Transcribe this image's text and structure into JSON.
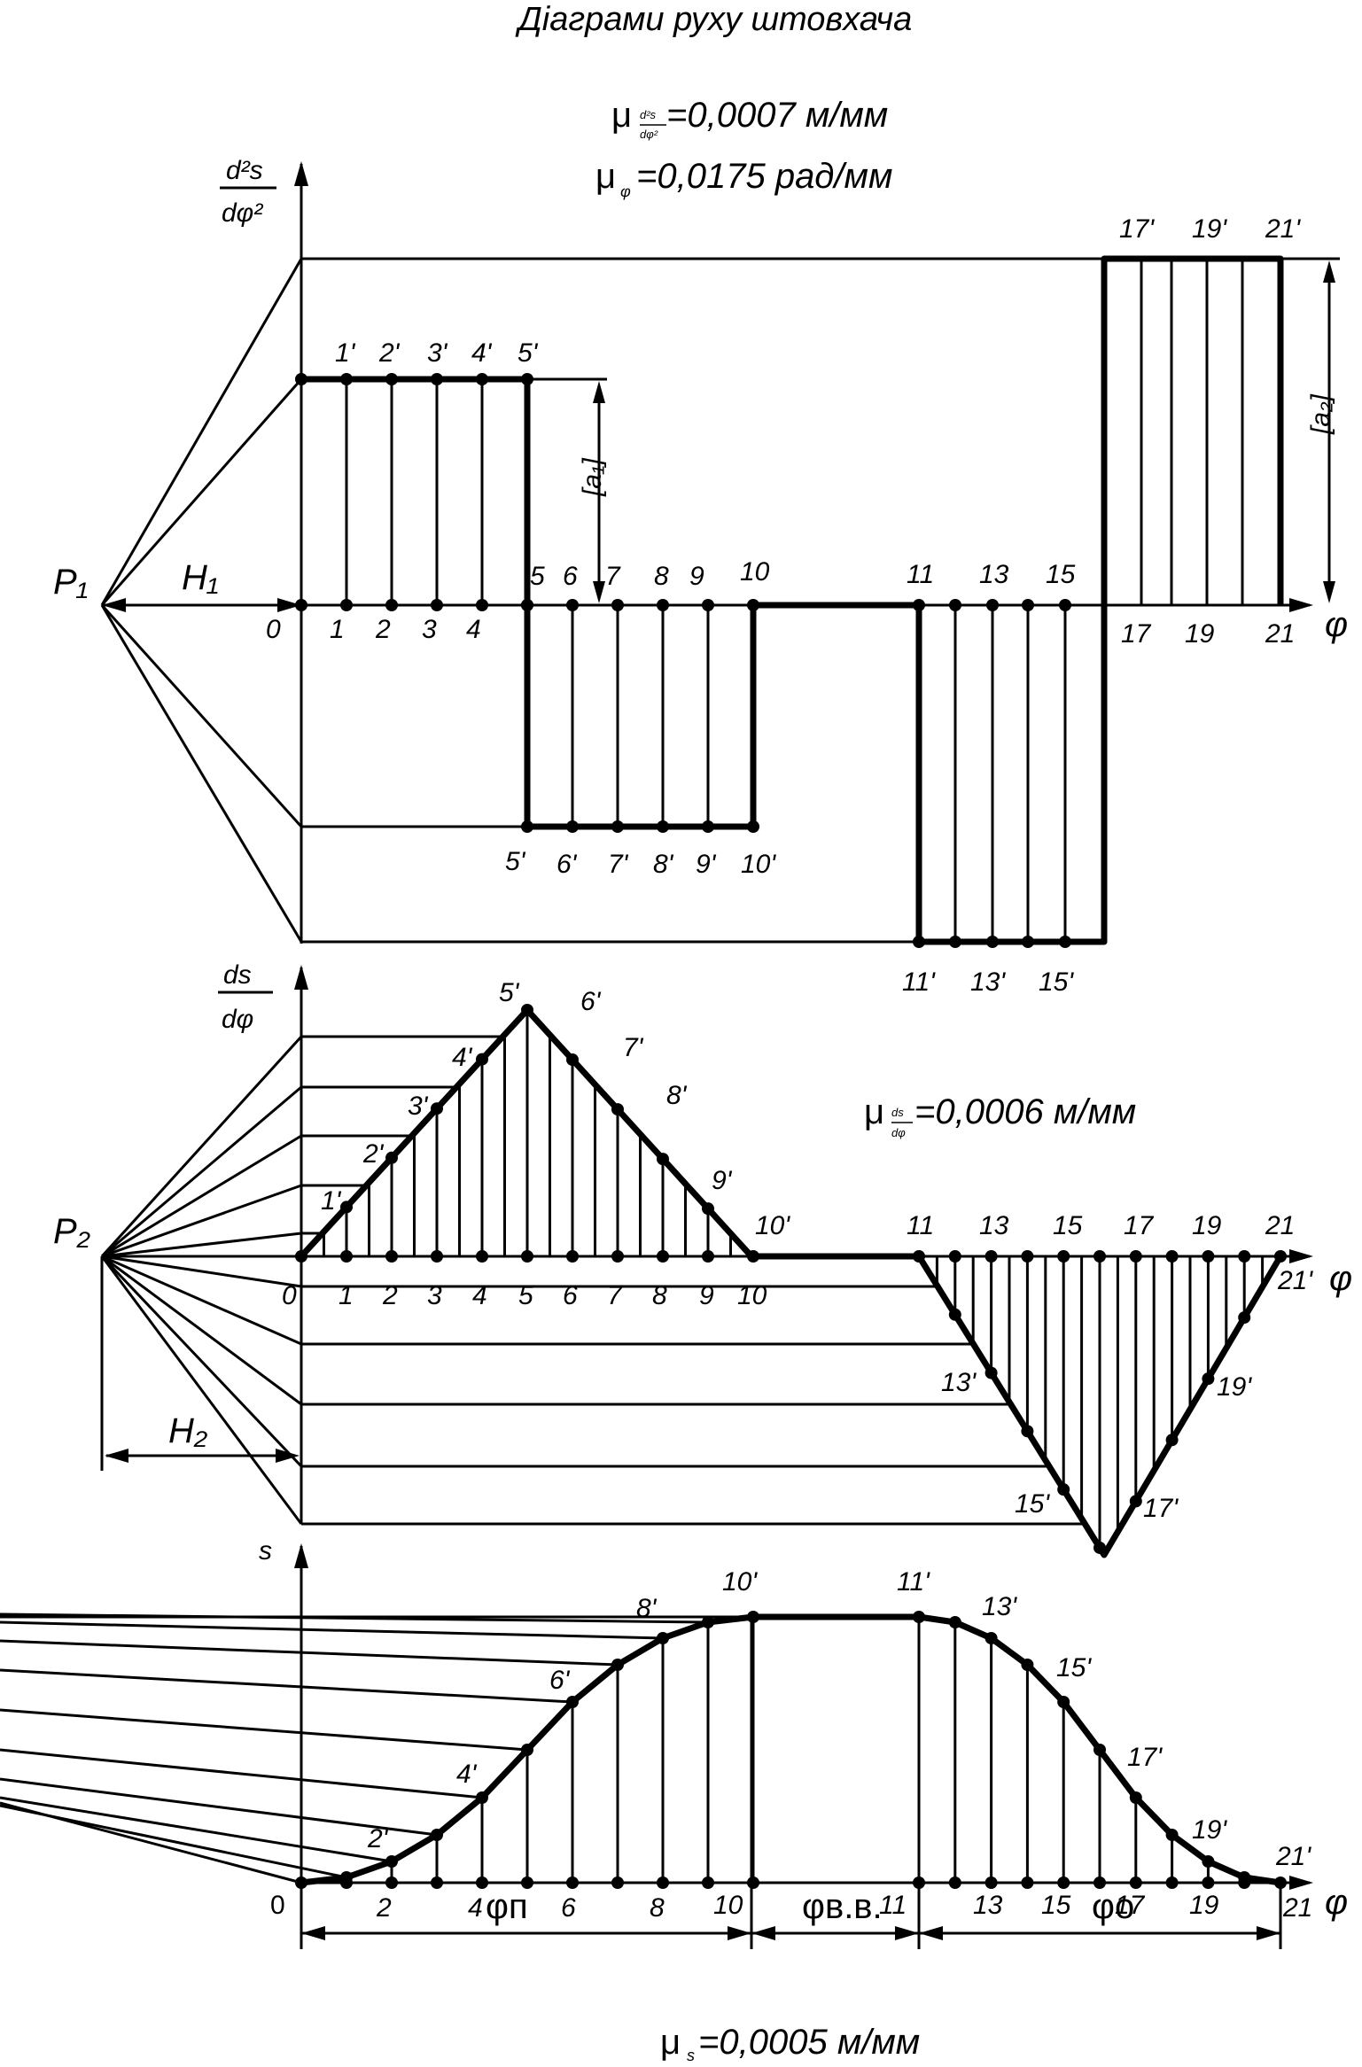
{
  "title": "Діаграми руху штовхача",
  "scales": {
    "mu_acc": {
      "mu": "μ",
      "sub_num": "d²s",
      "sub_den": "dφ²",
      "value": "=0,0007 м/мм"
    },
    "mu_phi": {
      "mu": "μ",
      "sub": "φ",
      "value": "=0,0175 рад/мм"
    },
    "mu_vel": {
      "mu": "μ",
      "sub_num": "ds",
      "sub_den": "dφ",
      "value": "=0,0006 м/мм"
    },
    "mu_s": {
      "mu": "μ",
      "sub": "s",
      "value": "=0,0005 м/мм"
    }
  },
  "acc": {
    "ylabel_num": "d²s",
    "ylabel_den": "dφ²",
    "pole": "P₁",
    "h": "H₁",
    "a1": "[a₁]",
    "a2": "[a₂]",
    "phi": "φ",
    "axis_labels": [
      "0",
      "1",
      "2",
      "3",
      "4",
      "17",
      "19",
      "21"
    ],
    "axis_labels_above": [
      "5",
      "6",
      "7",
      "8",
      "9",
      "10",
      "11",
      "13",
      "15"
    ],
    "top_labels": [
      "1'",
      "2'",
      "3'",
      "4'",
      "5'",
      "17'",
      "19'",
      "21'"
    ],
    "bottom_labels": [
      "5'",
      "6'",
      "7'",
      "8'",
      "9'",
      "10'",
      "11'",
      "13'",
      "15'"
    ]
  },
  "vel": {
    "ylabel_num": "ds",
    "ylabel_den": "dφ",
    "pole": "P₂",
    "h": "H₂",
    "phi": "φ",
    "axis_labels": [
      "0",
      "1",
      "2",
      "3",
      "4",
      "5",
      "6",
      "7",
      "8",
      "9",
      "10"
    ],
    "axis_labels_above": [
      "11",
      "13",
      "15",
      "17",
      "19",
      "21"
    ],
    "curve_labels": [
      "1'",
      "2'",
      "3'",
      "4'",
      "5'",
      "6'",
      "7'",
      "8'",
      "9'",
      "10'",
      "13'",
      "15'",
      "17'",
      "19'",
      "21'"
    ]
  },
  "disp": {
    "ylabel": "s",
    "phi": "φ",
    "axis_labels": [
      "0",
      "2",
      "4",
      "6",
      "8",
      "10",
      "11",
      "13",
      "15",
      "17",
      "19",
      "21"
    ],
    "curve_labels": [
      "2'",
      "4'",
      "6'",
      "8'",
      "10'",
      "11'",
      "13'",
      "15'",
      "17'",
      "19'",
      "21'"
    ],
    "phase_rise": "φп",
    "phase_dwell": "φв.в.",
    "phase_return": "φо"
  }
}
